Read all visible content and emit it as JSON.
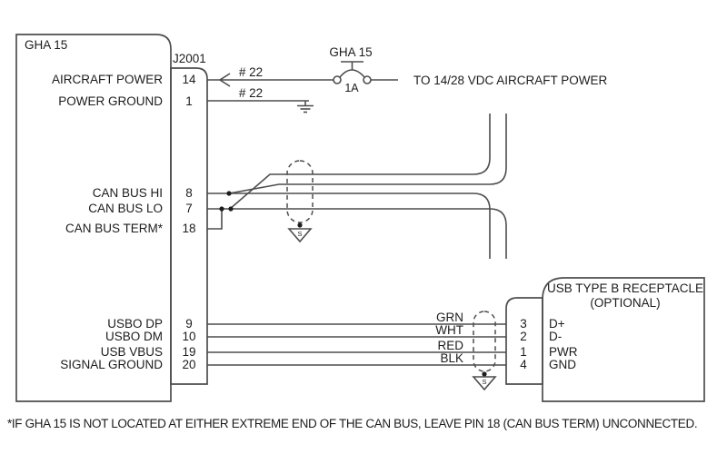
{
  "device": {
    "label": "GHA 15",
    "connector_label": "J2001",
    "pins": [
      {
        "label": "AIRCRAFT POWER",
        "number": "14"
      },
      {
        "label": "POWER GROUND",
        "number": "1"
      },
      {
        "label": "CAN BUS HI",
        "number": "8"
      },
      {
        "label": "CAN BUS LO",
        "number": "7"
      },
      {
        "label": "CAN BUS TERM*",
        "number": "18"
      },
      {
        "label": "USBO DP",
        "number": "9"
      },
      {
        "label": "USBO DM",
        "number": "10"
      },
      {
        "label": "USB VBUS",
        "number": "19"
      },
      {
        "label": "SIGNAL GROUND",
        "number": "20"
      }
    ]
  },
  "power": {
    "wire_gauge_power": "# 22",
    "wire_gauge_ground": "# 22",
    "breaker_label": "GHA 15",
    "breaker_rating": "1A",
    "destination": "TO 14/28 VDC AIRCRAFT POWER"
  },
  "can": {
    "shield_label": "S"
  },
  "usb_cable": {
    "wire_colors": [
      "GRN",
      "WHT",
      "RED",
      "BLK"
    ],
    "shield_label": "S"
  },
  "usb_receptacle": {
    "title": "USB TYPE B RECEPTACLE",
    "subtitle": "(OPTIONAL)",
    "pins": [
      {
        "number": "3",
        "label": "D+"
      },
      {
        "number": "2",
        "label": "D-"
      },
      {
        "number": "1",
        "label": "PWR"
      },
      {
        "number": "4",
        "label": "GND"
      }
    ]
  },
  "note": "*IF GHA 15 IS NOT LOCATED AT EITHER EXTREME END OF THE CAN BUS, LEAVE PIN 18 (CAN BUS TERM) UNCONNECTED.",
  "colors": {
    "line": "#4d4d4d",
    "text": "#1c1c1c",
    "background": "#ffffff"
  }
}
